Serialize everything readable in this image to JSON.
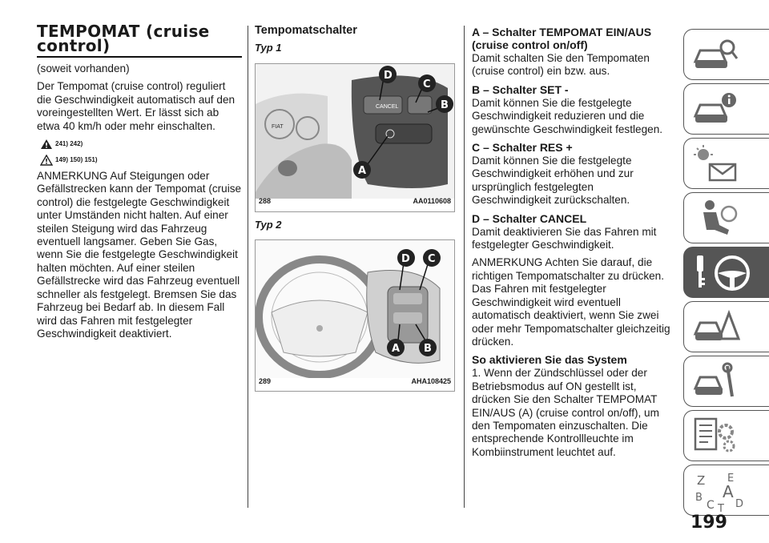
{
  "section": {
    "title": "TEMPOMAT (cruise control)",
    "subtitle": "(soweit vorhanden)",
    "intro": "Der Tempomat (cruise control) reguliert die Geschwindigkeit automatisch auf den voreingestellten Wert. Er lässt sich ab etwa 40 km/h oder mehr einschalten.",
    "warning_refs_1": "241) 242)",
    "warning_refs_2": "149) 150) 151)",
    "note": "ANMERKUNG  Auf Steigungen oder Gefällstrecken kann der Tempomat (cruise control) die festgelegte Geschwindigkeit unter Umständen nicht halten. Auf einer steilen Steigung wird das Fahrzeug eventuell langsamer. Geben Sie Gas, wenn Sie die festgelegte Geschwindigkeit halten möchten. Auf einer steilen Gefällstrecke wird das Fahrzeug eventuell schneller als festgelegt. Bremsen Sie das Fahrzeug bei Bedarf ab. In diesem Fall wird das Fahren mit festgelegter Geschwindigkeit deaktiviert."
  },
  "switches": {
    "heading": "Tempomatschalter",
    "type1": "Typ 1",
    "type2": "Typ 2",
    "fig1": {
      "num": "288",
      "code": "AA0110608",
      "button_cancel": "CANCEL",
      "brand": "FIAT"
    },
    "fig2": {
      "num": "289",
      "code": "AHA108425"
    },
    "labels": {
      "a": "A",
      "b": "B",
      "c": "C",
      "d": "D"
    }
  },
  "buttons": [
    {
      "heading": "A – Schalter TEMPOMAT EIN/AUS (cruise control on/off)",
      "text": "Damit schalten Sie den Tempomaten (cruise control) ein bzw. aus."
    },
    {
      "heading": "B – Schalter SET -",
      "text": "Damit können Sie die festgelegte Geschwindigkeit reduzieren und die gewünschte Geschwindigkeit festlegen."
    },
    {
      "heading": "C – Schalter RES +",
      "text": "Damit können Sie die festgelegte Geschwindigkeit erhöhen und zur ursprünglich festgelegten Geschwindigkeit zurückschalten."
    },
    {
      "heading": "D – Schalter CANCEL",
      "text": "Damit deaktivieren Sie das Fahren mit festgelegter Geschwindigkeit."
    }
  ],
  "note2": "ANMERKUNG  Achten Sie darauf, die richtigen Tempomatschalter zu drücken. Das Fahren mit festgelegter Geschwindigkeit wird eventuell automatisch deaktiviert, wenn Sie zwei oder mehr Tempomatschalter gleichzeitig drücken.",
  "activate": {
    "heading": "So aktivieren Sie das System",
    "text": "1. Wenn der Zündschlüssel oder der Betriebsmodus auf ON gestellt ist, drücken Sie den Schalter TEMPOMAT EIN/AUS (A) (cruise control on/off), um den Tempomaten einzuschalten. Die entsprechende Kontrollleuchte im Kombiinstrument leuchtet auf."
  },
  "sidebar": {
    "tabs": [
      "car-search-icon",
      "car-info-icon",
      "dashboard-lights-icon",
      "seat-airbag-icon",
      "key-steering-wheel-icon",
      "car-warning-triangle-icon",
      "car-tools-icon",
      "specs-gear-icon",
      "alphabet-index-icon"
    ],
    "active_index": 4,
    "index_letters": [
      "Z",
      "E",
      "A",
      "B",
      "C",
      "T",
      "D"
    ]
  },
  "page_number": "199",
  "colors": {
    "tab_active": "#555555",
    "tab_border": "#555555",
    "text": "#1a1a1a"
  }
}
